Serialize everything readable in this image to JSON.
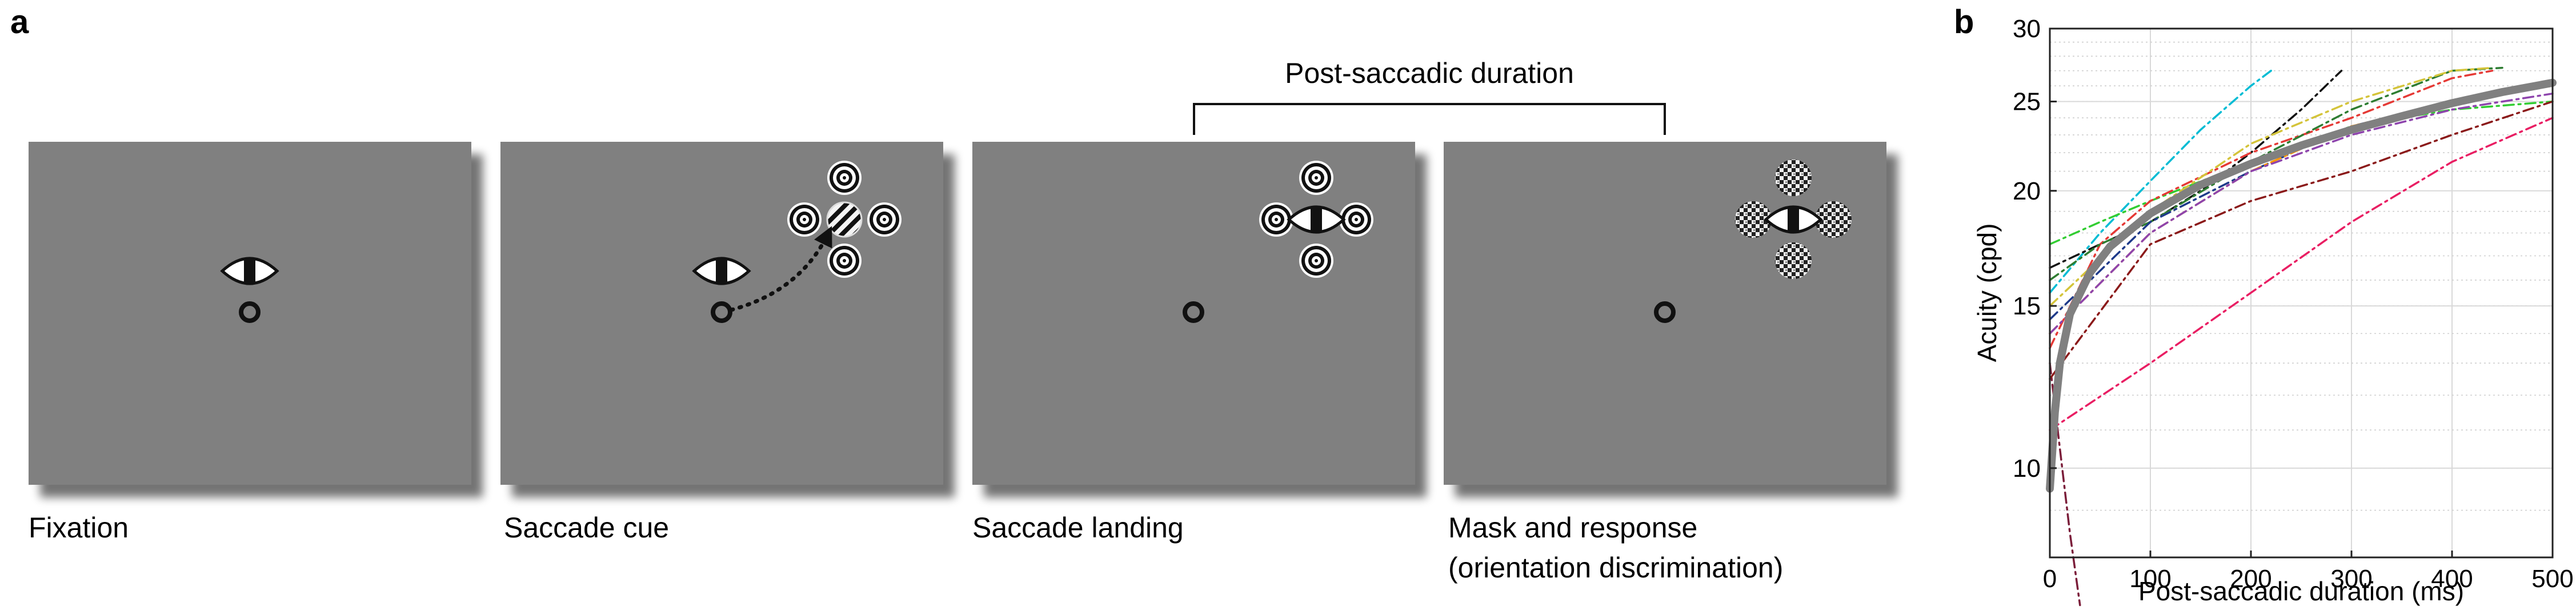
{
  "panel_a": {
    "label": "a",
    "bracket_label": "Post-saccadic duration",
    "screens": [
      {
        "caption": "Fixation"
      },
      {
        "caption": "Saccade cue"
      },
      {
        "caption": "Saccade landing"
      },
      {
        "caption": "Mask and response",
        "caption_line2": "(orientation discrimination)"
      }
    ],
    "colors": {
      "screen": "#808080",
      "shadow": "#5a5a5a"
    }
  },
  "panel_b": {
    "label": "b"
  },
  "chart_data": {
    "type": "line",
    "title": "",
    "xlabel": "Post-saccadic duration (ms)",
    "ylabel": "Acuity (cpd)",
    "xlim": [
      0,
      500
    ],
    "ylim": [
      8,
      30
    ],
    "yscale": "log",
    "grid": true,
    "x_ticks": [
      0,
      100,
      200,
      300,
      400,
      500
    ],
    "y_ticks": [
      10,
      15,
      20,
      25,
      30
    ],
    "series": [
      {
        "color": "#808080",
        "style": "solid-thick",
        "x": [
          0,
          5,
          10,
          20,
          40,
          60,
          100,
          150,
          200,
          250,
          300,
          350,
          400,
          450,
          500
        ],
        "y": [
          9.5,
          11.5,
          13.0,
          14.7,
          16.3,
          17.4,
          18.9,
          20.3,
          21.4,
          22.4,
          23.3,
          24.1,
          24.9,
          25.6,
          26.2
        ]
      },
      {
        "color": "#00bcd4",
        "style": "dashdot",
        "x": [
          0,
          50,
          100,
          150,
          200,
          220
        ],
        "y": [
          15.5,
          18.0,
          20.5,
          23.3,
          26.0,
          27.0
        ]
      },
      {
        "color": "#111111",
        "style": "dashdot",
        "x": [
          0,
          50,
          100,
          150,
          200,
          250,
          290
        ],
        "y": [
          16.5,
          17.5,
          18.5,
          20.0,
          22.0,
          24.5,
          27.0
        ]
      },
      {
        "color": "#e91e63",
        "style": "dashdot",
        "x": [
          0,
          100,
          200,
          300,
          400,
          500
        ],
        "y": [
          11.0,
          13.0,
          15.5,
          18.5,
          21.5,
          24.0
        ]
      },
      {
        "color": "#7b1e3a",
        "style": "dashdot",
        "x": [
          0,
          10,
          20,
          30
        ],
        "y": [
          13.0,
          10.5,
          8.5,
          7.1
        ]
      },
      {
        "color": "#32cd32",
        "style": "dashdot",
        "x": [
          0,
          50,
          100,
          200,
          300,
          400,
          500
        ],
        "y": [
          17.5,
          18.5,
          19.5,
          21.5,
          23.5,
          24.5,
          25.0
        ]
      },
      {
        "color": "#e53935",
        "style": "dashdot",
        "x": [
          0,
          50,
          100,
          200,
          300,
          400,
          440
        ],
        "y": [
          13.5,
          17.5,
          19.5,
          22.0,
          24.0,
          26.5,
          27.0
        ]
      },
      {
        "color": "#2e7d32",
        "style": "dashdot",
        "x": [
          0,
          50,
          100,
          200,
          300,
          400,
          450
        ],
        "y": [
          16.0,
          17.5,
          18.5,
          21.5,
          24.5,
          27.0,
          27.2
        ]
      },
      {
        "color": "#1e3a8a",
        "style": "dashdot",
        "x": [
          0,
          100,
          200,
          300,
          400,
          500
        ],
        "y": [
          14.5,
          18.5,
          21.0,
          23.5,
          25.0,
          26.0
        ]
      },
      {
        "color": "#ff9800",
        "style": "dashdot",
        "x": [
          0,
          100,
          200,
          300,
          400,
          500
        ],
        "y": [
          14.0,
          18.0,
          21.0,
          23.5,
          25.0,
          26.0
        ]
      },
      {
        "color": "#d4c43a",
        "style": "dashdot",
        "x": [
          0,
          100,
          200,
          300,
          400,
          440
        ],
        "y": [
          15.0,
          19.0,
          22.5,
          25.0,
          27.0,
          27.2
        ]
      },
      {
        "color": "#8b1a1a",
        "style": "dashdot",
        "x": [
          0,
          100,
          200,
          300,
          400,
          500
        ],
        "y": [
          12.5,
          17.5,
          19.5,
          21.0,
          23.0,
          25.0
        ]
      },
      {
        "color": "#8e44ad",
        "style": "dashdot",
        "x": [
          0,
          100,
          200,
          300,
          400,
          500
        ],
        "y": [
          14.0,
          18.0,
          21.0,
          23.0,
          24.5,
          25.5
        ]
      }
    ]
  }
}
